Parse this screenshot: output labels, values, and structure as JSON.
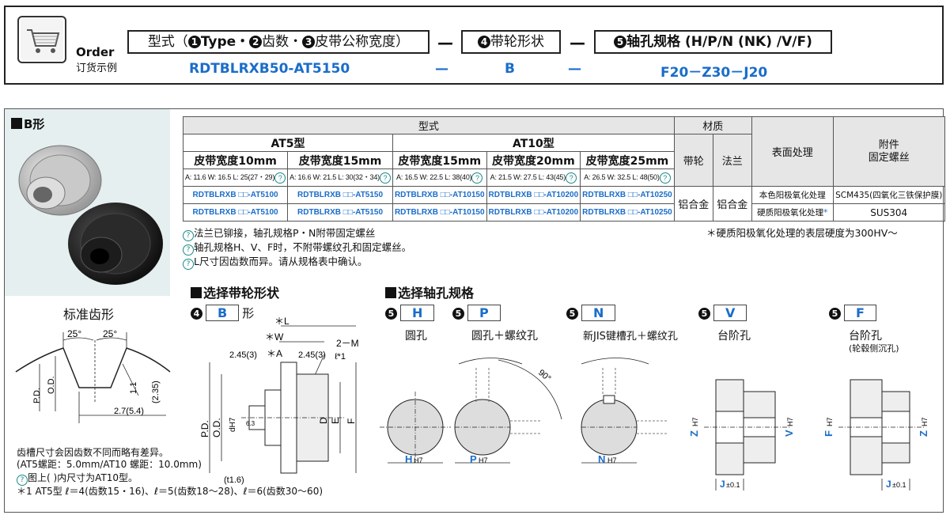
{
  "order": {
    "label_en": "Order",
    "label_cn": "订货示例",
    "seg1": {
      "prefix": "型式（",
      "n1": "1",
      "t1": "Type・",
      "n2": "2",
      "t2": "齿数・",
      "n3": "3",
      "t3": "皮带公称宽度）"
    },
    "seg2": {
      "n": "4",
      "t": "带轮形状"
    },
    "seg3": {
      "n": "5",
      "t": "轴孔规格 (H/P/N (NK) /V/F)"
    },
    "dash": "—",
    "val1": "RDTBLRXB50-AT5150",
    "val2": "B",
    "val3": "F20－Z30－J20"
  },
  "left": {
    "b_title": "B形",
    "tooth_title": "标准齿形",
    "deg1": "25°",
    "deg2": "25°",
    "tooth_od": "O.D.",
    "tooth_pd": "P.D.",
    "tooth_v1": "1.1",
    "tooth_v2": "(2.35)",
    "tooth_v3": "2.7(5.4)",
    "note1": "齿槽尺寸会因齿数不同而略有差异。",
    "note2": "(AT5螺距：5.0mm/AT10 螺距：10.0mm)",
    "note3": "图上(  )内尺寸为AT10型。",
    "note4_mark": "＊1",
    "note4": "AT5型 ℓ＝4(齿数15・16)、ℓ＝5(齿数18〜28)、ℓ＝6(齿数30〜60)"
  },
  "table": {
    "h_type": "型式",
    "h_material": "材质",
    "h_at5": "AT5型",
    "h_at10": "AT10型",
    "h_surface": "表面处理",
    "h_attach": "附件\n固定螺丝",
    "h_pulley": "带轮",
    "h_flange": "法兰",
    "widths": [
      "皮带宽度10mm",
      "皮带宽度15mm",
      "皮带宽度15mm",
      "皮带宽度20mm",
      "皮带宽度25mm"
    ],
    "dims": [
      "A: 11.6 W: 16.5 L: 25(27・29)",
      "A: 16.6 W: 21.5 L: 30(32・34)",
      "A: 16.5 W: 22.5 L: 38(40)",
      "A: 21.5 W: 27.5 L: 43(45)",
      "A: 26.5 W: 32.5 L: 48(50)"
    ],
    "row1": [
      "RDTBLRXB □□-AT5100",
      "RDTBLRXB □□-AT5150",
      "RDTBLRXB □□-AT10150",
      "RDTBLRXB □□-AT10200",
      "RDTBLRXB □□-AT10250"
    ],
    "row2": [
      "RDTBLRXB □□-AT5100",
      "RDTBLRXB □□-AT5150",
      "RDTBLRXB □□-AT10150",
      "RDTBLRXB □□-AT10200",
      "RDTBLRXB □□-AT10250"
    ],
    "mat_pulley": "铝合金",
    "mat_flange": "铝合金",
    "surf1": "本色阳极氧化处理",
    "surf2": "硬质阳极氧化处理",
    "surf2_mark": "*",
    "att1": "SCM435(四氧化三铁保护膜)",
    "att2": "SUS304"
  },
  "notes": {
    "n1": "法兰已铆接，轴孔规格P・N附带固定螺丝",
    "n2": "轴孔规格H、V、F时，不附带螺纹孔和固定螺丝。",
    "n3": "L尺寸因齿数而异。请从规格表中确认。",
    "right": "＊硬质阳极氧化处理的表层硬度为300HV〜"
  },
  "shape": {
    "title": "选择带轮形状",
    "num": "4",
    "code": "B",
    "suffix": "形",
    "d_L": "＊L",
    "d_W": "＊W",
    "d_A": "＊A",
    "d_245a": "2.45(3)",
    "d_245b": "2.45(3)",
    "d_2M": "2－M",
    "d_l1": "ℓ*1",
    "d_PD": "P.D.",
    "d_OD": "O.D.",
    "d_dH7": "dH7",
    "d_63": "6.3",
    "d_D": "D",
    "d_E": "E",
    "d_F": "F",
    "d_t16": "(t1.6)"
  },
  "bore": {
    "title": "选择轴孔规格",
    "items": [
      {
        "num": "5",
        "code": "H",
        "desc": "圆孔",
        "sub": "",
        "dim": "H",
        "tol": "H7"
      },
      {
        "num": "5",
        "code": "P",
        "desc": "圆孔＋螺纹孔",
        "sub": "",
        "dim": "P",
        "tol": "H7"
      },
      {
        "num": "5",
        "code": "N",
        "desc": "新JIS键槽孔＋螺纹孔",
        "sub": "",
        "dim": "N",
        "tol": "H7"
      },
      {
        "num": "5",
        "code": "V",
        "desc": "台阶孔",
        "sub": "",
        "dim": "V",
        "tol": "H7"
      },
      {
        "num": "5",
        "code": "F",
        "desc": "台阶孔",
        "sub": "(轮毂侧沉孔)",
        "dim": "F",
        "tol": "H7"
      }
    ],
    "angle": "90°",
    "z_label": "Z",
    "j_label": "J",
    "j_tol": "±0.1",
    "h7": "H7"
  }
}
